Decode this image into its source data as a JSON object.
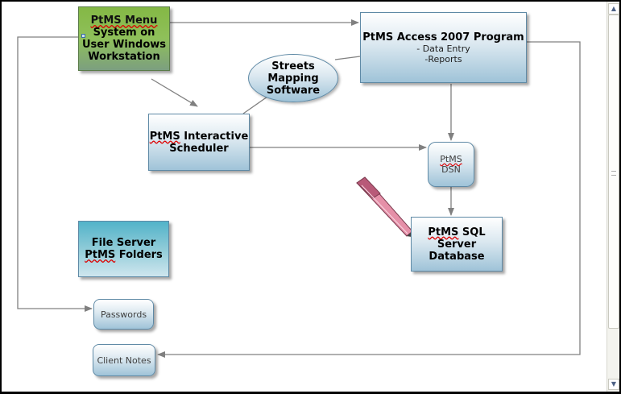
{
  "nodes": {
    "menu": {
      "lines": [
        "PtMS Menu",
        "System on",
        "User Windows",
        "Workstation"
      ]
    },
    "access": {
      "title": "PtMS Access 2007 Program",
      "sub1": "- Data Entry",
      "sub2": "-Reports"
    },
    "streets": {
      "lines": [
        "Streets",
        "Mapping",
        "Software"
      ]
    },
    "scheduler": {
      "line1": "PtMS Interactive",
      "line2": "Scheduler"
    },
    "dsn": {
      "line1": "PtMS",
      "line2": "DSN"
    },
    "sql": {
      "line1": "PtMS SQL",
      "line2": "Server",
      "line3": "Database"
    },
    "file_server": {
      "line1": "File Server",
      "line2": "PtMS Folders"
    },
    "passwords": {
      "label": "Passwords"
    },
    "client_notes": {
      "label": "Client Notes"
    }
  },
  "colors": {
    "menu_fill": "#8fc05a",
    "blue_fill": "#9fc3d8",
    "file_server_fill": "#52b3c9",
    "connector": "#808080",
    "pen": "#e07a95"
  },
  "icons": [
    "pen-icon",
    "scroll-up-icon",
    "scroll-down-icon"
  ]
}
